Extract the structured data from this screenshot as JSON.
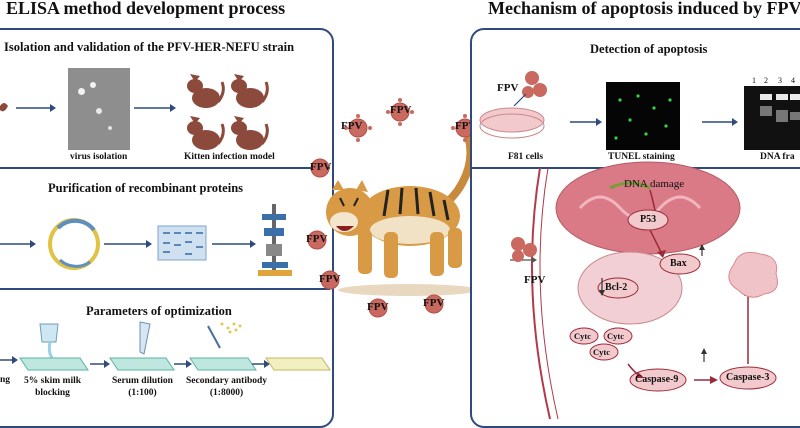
{
  "left_title": "ELISA method development process",
  "right_title": "Mechanism of apoptosis induced by FPV in F",
  "left": {
    "section1": {
      "title": "Isolation and validation of the PFV-HER-NEFU strain",
      "label_virus": "virus isolation",
      "label_kitten": "Kitten infection model"
    },
    "section2": {
      "title": "Purification of recombinant proteins"
    },
    "section3": {
      "title": "Parameters of optimization",
      "step_partial": "ng",
      "step1": "5% skim milk",
      "step1b": "blocking",
      "step2": "Serum dilution",
      "step2b": "(1:100)",
      "step3": "Secondary antibody",
      "step3b": "(1:8000)"
    }
  },
  "center": {
    "fpv_label": "FPV"
  },
  "right": {
    "top": {
      "title": "Detection of apoptosis",
      "fpv": "FPV",
      "cells": "F81 cells",
      "tunel": "TUNEL staining",
      "dna": "DNA fra",
      "lanes": [
        "1",
        "2",
        "3",
        "4"
      ]
    },
    "bottom": {
      "fpv": "FPV",
      "dna_damage": "DNA damage",
      "p53": "P53",
      "bax": "Bax",
      "bcl2": "Bcl-2",
      "cytc": "Cytc",
      "casp9": "Caspase-9",
      "casp3": "Caspase-3"
    }
  },
  "colors": {
    "panel_border": "#2f4a7d",
    "arrow": "#2f4a7d",
    "cat": "#8c4a3c",
    "virus": "#c9695f",
    "pathway_arrow": "#9b2b3a",
    "mito": "#d97a86"
  }
}
